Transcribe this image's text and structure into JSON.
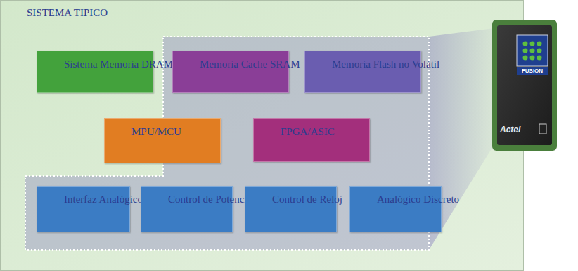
{
  "diagram": {
    "nodes": [
      {
        "text": [
          "SISTEMA TIPICO"
        ]
      },
      {
        "text": [
          "Sistema Memoria DRAM"
        ],
        "in": 0
      },
      {
        "text": [
          "Memoria Cache SRAM"
        ],
        "in": 0
      },
      {
        "text": [
          "Memoria Flash no Volátil"
        ],
        "in": 0
      },
      {
        "text": [
          "MPU/MCU"
        ],
        "in": 0
      },
      {
        "text": [
          "FPGA/ASIC"
        ],
        "in": 0
      },
      {
        "text": [
          "Interfaz Analógico"
        ],
        "in": 0
      },
      {
        "text": [
          "Control de Potencia"
        ],
        "in": 0
      },
      {
        "text": [
          "Control de Reloj"
        ],
        "in": 0
      },
      {
        "text": [
          "Analógico Discreto"
        ],
        "in": 0
      }
    ],
    "labels": [
      "FUSION",
      "Actel"
    ]
  }
}
